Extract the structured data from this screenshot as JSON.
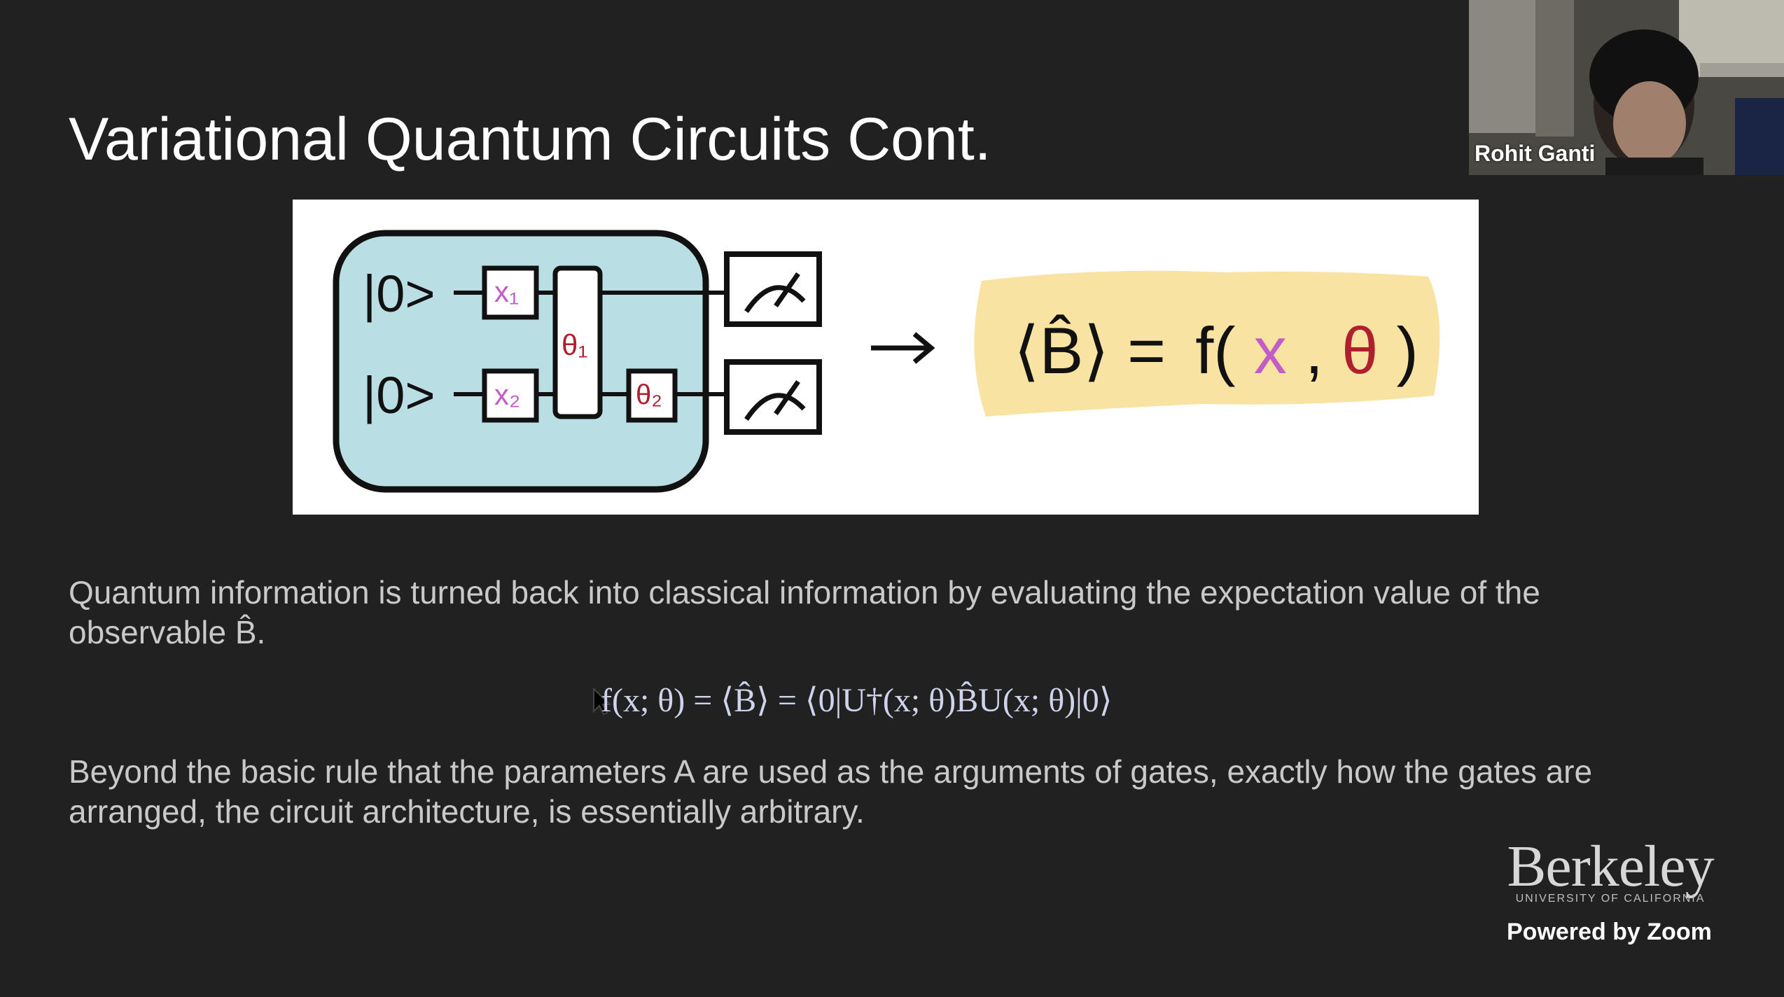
{
  "slide": {
    "title": "Variational Quantum Circuits Cont.",
    "paragraph1": "Quantum information is turned back into classical information by evaluating the expectation value of the observable B̂.",
    "equation": "f(x; θ) = ⟨B̂⟩ = ⟨0|U†(x; θ)B̂U(x; θ)|0⟩",
    "paragraph2": "Beyond the basic rule that the parameters A are used as the arguments of gates, exactly how the gates are arranged, the circuit architecture, is essentially arbitrary."
  },
  "figure": {
    "ket1": "|0>",
    "ket2": "|0>",
    "gate_x1": "x₁",
    "gate_x2": "x₂",
    "gate_theta1": "θ₁",
    "gate_theta2": "θ₂",
    "expectation_lhs": "⟨B̂⟩ =",
    "expectation_f": "f(",
    "expectation_x": "x",
    "expectation_comma": ",",
    "expectation_theta": "θ",
    "expectation_close": ")",
    "colors": {
      "circuit_fill": "#b9dee3",
      "highlight": "#f9e3a2",
      "x_color": "#c25cc6",
      "theta_color": "#b01f2e"
    }
  },
  "zoom": {
    "participant_name": "Rohit Ganti",
    "powered_by": "Powered by Zoom"
  },
  "branding": {
    "logo_word": "Berkeley",
    "logo_sub": "UNIVERSITY OF CALIFORNIA"
  }
}
